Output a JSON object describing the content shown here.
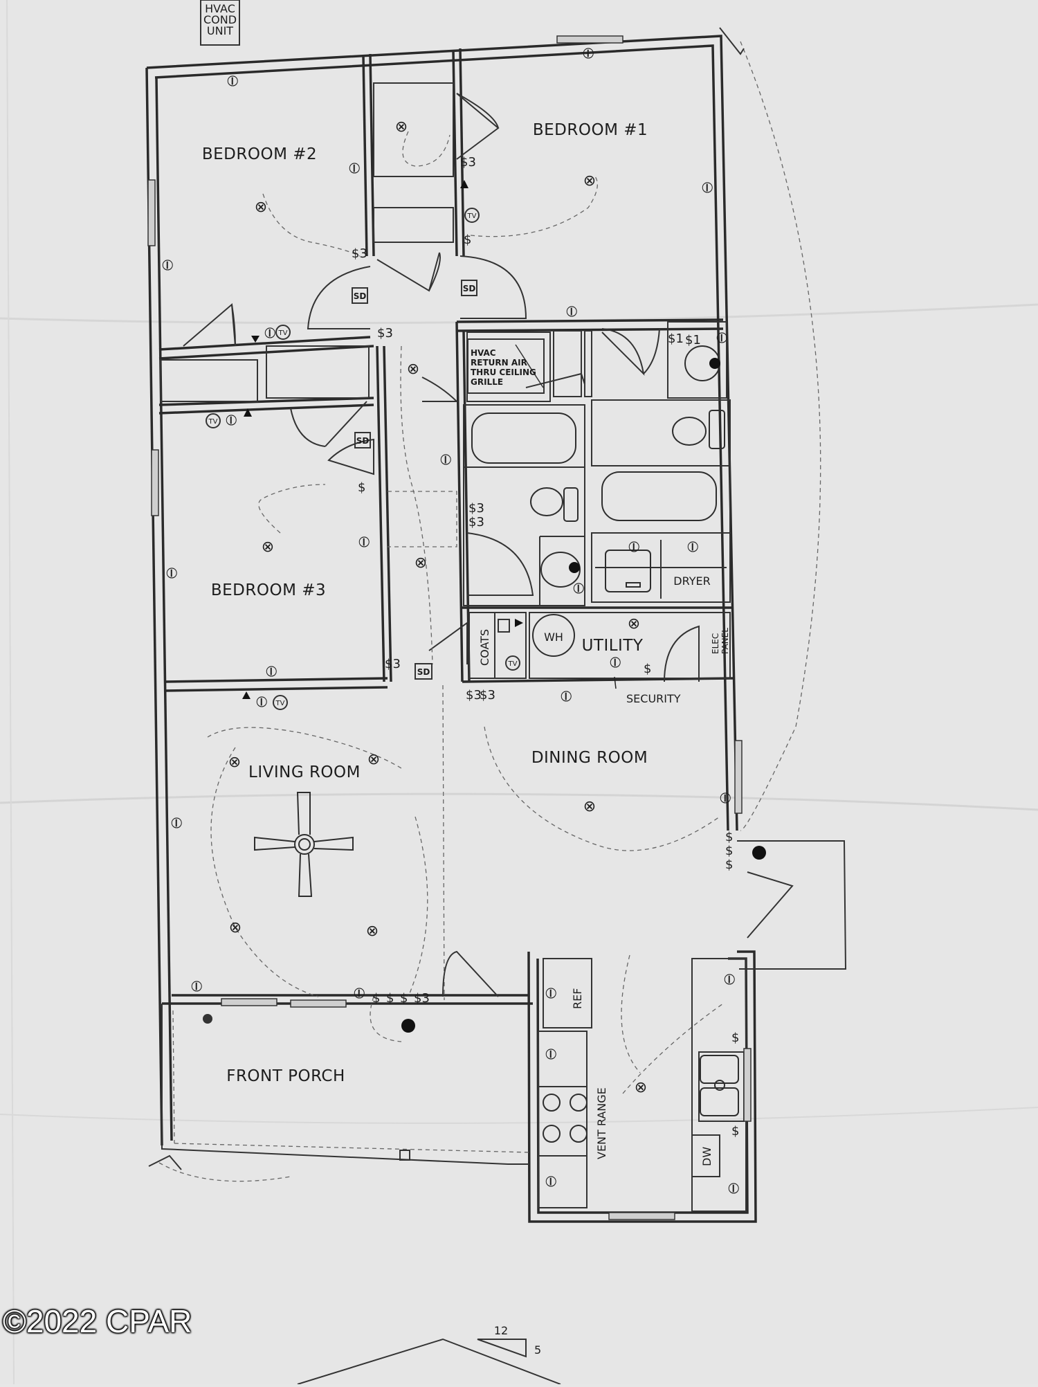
{
  "labels": {
    "hvac_cond": [
      "HVAC",
      "COND",
      "UNIT"
    ],
    "bedroom1": "BEDROOM #1",
    "bedroom2": "BEDROOM #2",
    "bedroom3": "BEDROOM #3",
    "hvac_return": [
      "HVAC",
      "RETURN AIR",
      "THRU CEILING",
      "GRILLE"
    ],
    "coats": "COATS",
    "wh": "WH",
    "utility": "UTILITY",
    "dryer": "DRYER",
    "elec_panel": [
      "ELEC",
      "PANEL"
    ],
    "security": "SECURITY",
    "living_room": "LIVING ROOM",
    "dining_room": "DINING ROOM",
    "front_porch": "FRONT PORCH",
    "ref": "REF",
    "vent_range": "VENT RANGE",
    "dw": "DW",
    "sd": "SD",
    "tv": "TV",
    "switch": "$",
    "switch_3": "$3",
    "switch_1": "$1"
  },
  "roof_pitch": {
    "rise": "5",
    "run": "12"
  },
  "watermark": "©2022 CPAR"
}
